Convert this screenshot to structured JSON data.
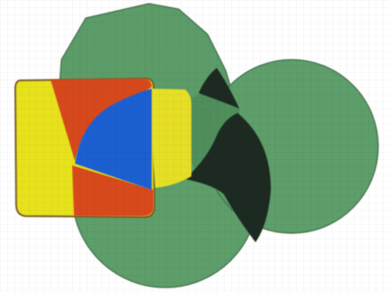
{
  "image": {
    "background": "#ffffff",
    "grid_visible": true,
    "colors": {
      "green_sheet": "#5a9a66",
      "green_overlap": "#3f7d4f",
      "dark_overlap": "#1b2b1f",
      "yellow": "#e9e31f",
      "red": "#d94a1f",
      "blue": "#1f5fd1",
      "edge": "#2f4b39"
    },
    "shapes": [
      {
        "name": "green-nonagon",
        "kind": "polygon",
        "color": "green_sheet"
      },
      {
        "name": "green-circle-left",
        "kind": "circle",
        "color": "green_sheet"
      },
      {
        "name": "green-circle-right",
        "kind": "circle",
        "color": "green_sheet"
      },
      {
        "name": "yellow-square",
        "kind": "rounded-rectangle",
        "color": "yellow"
      },
      {
        "name": "red-region",
        "kind": "polygon",
        "color": "red"
      },
      {
        "name": "blue-quarter-disc",
        "kind": "sector",
        "color": "blue"
      },
      {
        "name": "dark-lens",
        "kind": "lens",
        "color": "dark_overlap"
      }
    ]
  }
}
